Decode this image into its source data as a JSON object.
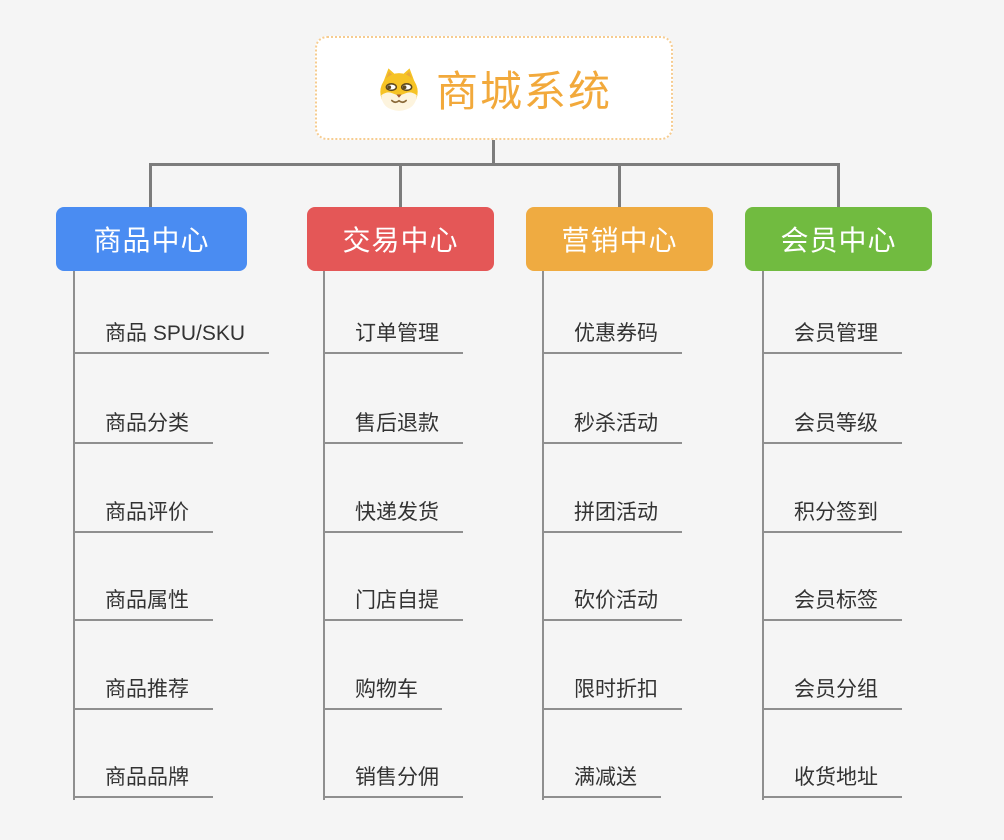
{
  "app": {
    "type": "mind-map",
    "background_color": "#F5F5F5",
    "connector_color": "#7C7C7C",
    "leaf_line_color": "#8F8F8F",
    "leaf_text_color": "#333333"
  },
  "root": {
    "title": "商城系统",
    "icon": "shiba-dog",
    "text_color": "#F2A93B",
    "border_color": "#F6CC90",
    "fill_color": "#FFFFFF"
  },
  "branches": [
    {
      "label": "商品中心",
      "color": "#4A8CF2",
      "items": [
        "商品 SPU/SKU",
        "商品分类",
        "商品评价",
        "商品属性",
        "商品推荐",
        "商品品牌"
      ]
    },
    {
      "label": "交易中心",
      "color": "#E45757",
      "items": [
        "订单管理",
        "售后退款",
        "快递发货",
        "门店自提",
        "购物车",
        "销售分佣"
      ]
    },
    {
      "label": "营销中心",
      "color": "#EFAB41",
      "items": [
        "优惠券码",
        "秒杀活动",
        "拼团活动",
        "砍价活动",
        "限时折扣",
        "满减送"
      ]
    },
    {
      "label": "会员中心",
      "color": "#71BB40",
      "items": [
        "会员管理",
        "会员等级",
        "积分签到",
        "会员标签",
        "会员分组",
        "收货地址"
      ]
    }
  ]
}
